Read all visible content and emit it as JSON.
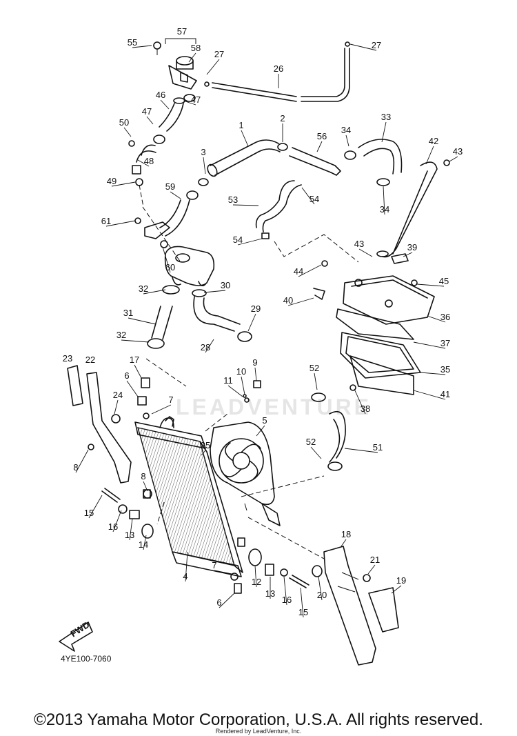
{
  "diagram": {
    "code": "4YE100-7060",
    "fwd_label": "FWD",
    "watermark": "LEADVENTURE",
    "copyright": "©2013 Yamaha Motor Corporation, U.S.A. All rights reserved.",
    "rendered_by": "Rendered by LeadVenture, Inc.",
    "callouts": [
      "55",
      "57",
      "58",
      "27",
      "26",
      "27",
      "46",
      "47",
      "47",
      "50",
      "48",
      "49",
      "1",
      "2",
      "56",
      "34",
      "33",
      "42",
      "43",
      "3",
      "59",
      "53",
      "54",
      "34",
      "61",
      "54",
      "43",
      "39",
      "60",
      "44",
      "45",
      "32",
      "30",
      "40",
      "36",
      "31",
      "29",
      "28",
      "32",
      "37",
      "35",
      "23",
      "22",
      "17",
      "9",
      "10",
      "52",
      "6",
      "11",
      "38",
      "41",
      "24",
      "7",
      "5",
      "52",
      "51",
      "25",
      "8",
      "8",
      "15",
      "16",
      "13",
      "14",
      "18",
      "21",
      "4",
      "7",
      "12",
      "13",
      "16",
      "15",
      "20",
      "19",
      "6"
    ],
    "colors": {
      "ink": "#111111",
      "watermark": "#d9d9d9"
    }
  }
}
